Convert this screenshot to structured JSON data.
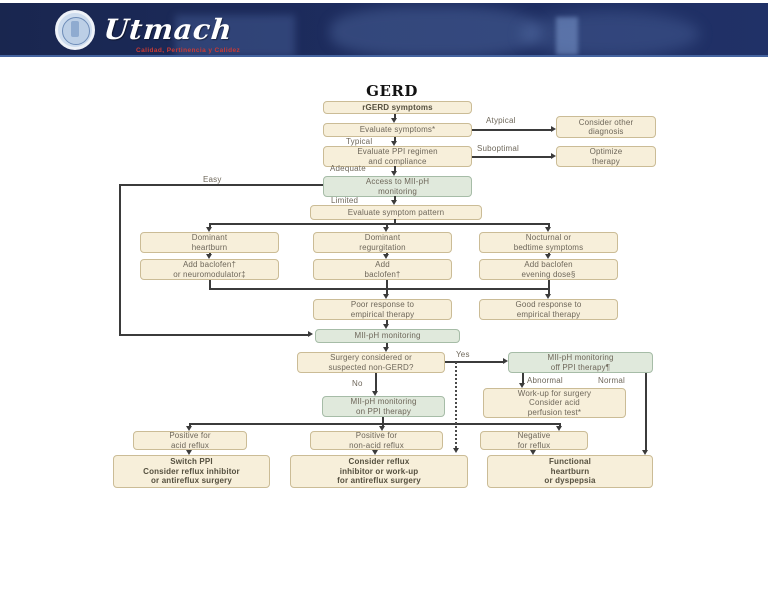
{
  "header": {
    "brand": "Utmach",
    "tagline": "Calidad, Pertinencia y Calidez"
  },
  "page": {
    "title": "GERD"
  },
  "colors": {
    "banner_navy": "#1d2b5c",
    "banner_accent": "#44639f",
    "tagline_red": "#cc3a33",
    "box_tan_bg": "#f7efda",
    "box_tan_border": "#cbbc96",
    "box_green_bg": "#e0e9dc",
    "box_green_border": "#a6bca7",
    "box_text": "#6e675a",
    "connector": "#3b3b3b"
  },
  "flow": {
    "boxes": {
      "rgerd": "rGERD symptoms",
      "eval_symptoms": "Evaluate symptoms*",
      "consider_other": "Consider other\ndiagnosis",
      "eval_ppi": "Evaluate PPI regimen\nand compliance",
      "optimize": "Optimize\ntherapy",
      "access_mii": "Access to MII-pH\nmonitoring",
      "eval_pattern": "Evaluate symptom pattern",
      "dom_heartburn": "Dominant\nheartburn",
      "dom_regurg": "Dominant\nregurgitation",
      "nocturnal": "Nocturnal or\nbedtime symptoms",
      "add_bac_neuro": "Add baclofen†\nor neuromodulator‡",
      "add_bac": "Add\nbaclofen†",
      "add_bac_evening": "Add baclofen\nevening dose§",
      "poor_response": "Poor response to\nempirical therapy",
      "good_response": "Good response to\nempirical therapy",
      "mii_monitoring": "MII-pH monitoring",
      "surgery_q": "Surgery considered or\nsuspected non-GERD?",
      "mii_off_ppi": "MII-pH monitoring\noff PPI therapy¶",
      "mii_on_ppi": "MII-pH monitoring\non PPI therapy",
      "workup": "Work-up for surgery\nConsider acid\nperfusion test*",
      "pos_acid": "Positive for\nacid reflux",
      "pos_nonacid": "Positive for\nnon-acid reflux",
      "neg_reflux": "Negative\nfor reflux",
      "switch_ppi": "Switch PPI\nConsider reflux inhibitor\nor antireflux surgery",
      "consider_reflux": "Consider reflux\ninhibitor or work-up\nfor antireflux surgery",
      "functional": "Functional\nheartburn\nor dyspepsia"
    },
    "edge_labels": {
      "atypical": "Atypical",
      "typical": "Typical",
      "suboptimal": "Suboptimal",
      "adequate": "Adequate",
      "easy": "Easy",
      "limited": "Limited",
      "yes": "Yes",
      "no": "No",
      "abnormal": "Abnormal",
      "normal": "Normal"
    }
  }
}
